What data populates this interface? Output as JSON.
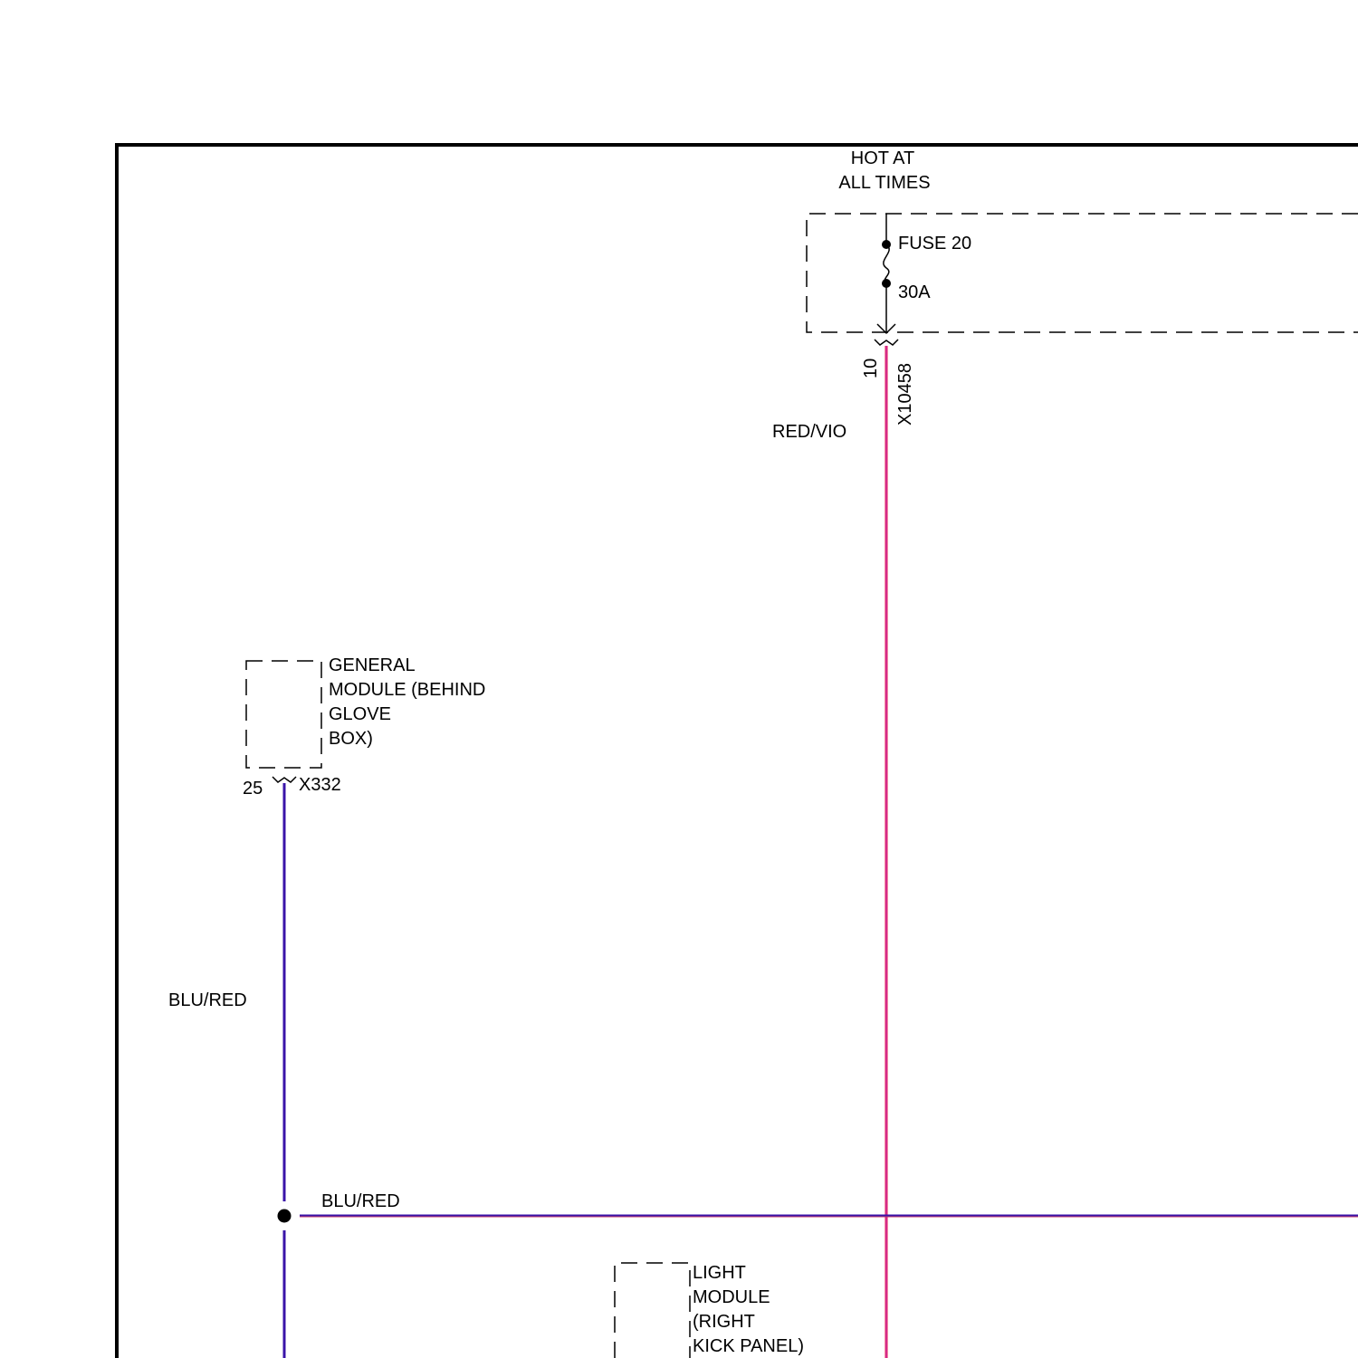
{
  "power_source": {
    "line1": "HOT AT",
    "line2": "ALL TIMES"
  },
  "fuse": {
    "name": "FUSE 20",
    "rating": "30A"
  },
  "connector_x10458": {
    "pin": "10",
    "id": "X10458"
  },
  "wire_red_vio": {
    "label": "RED/VIO",
    "color": "#e8154b"
  },
  "general_module": {
    "line1": "GENERAL",
    "line2": "MODULE (BEHIND",
    "line3": "GLOVE",
    "line4": "BOX)",
    "pin": "25",
    "connector": "X332"
  },
  "wire_blu_red_vertical": {
    "label": "BLU/RED",
    "color": "#3a14a8"
  },
  "wire_blu_red_horizontal": {
    "label": "BLU/RED",
    "color": "#3a14a8"
  },
  "light_module": {
    "line1": "LIGHT",
    "line2": "MODULE",
    "line3": "(RIGHT",
    "line4": "KICK PANEL)"
  }
}
